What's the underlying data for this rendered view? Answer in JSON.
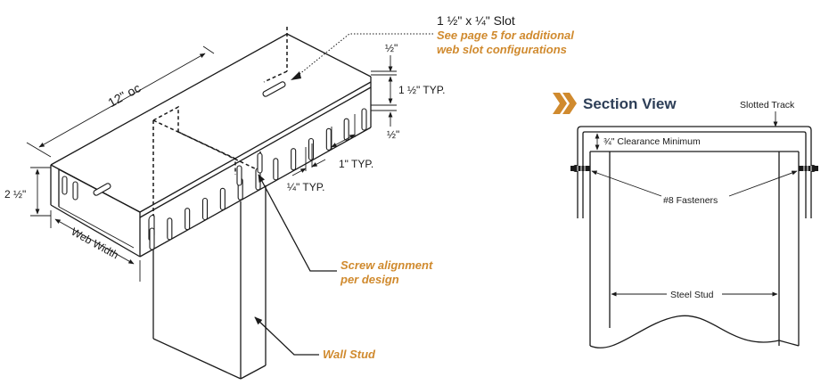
{
  "left_diagram": {
    "slot_title": "1 ½\" x ¼\" Slot",
    "slot_note_line1": "See page 5 for additional",
    "slot_note_line2": "web slot configurations",
    "oc_label": "12\" oc",
    "half_top": "½\"",
    "typ_1_5": "1 ½\" TYP.",
    "half_bottom": "½\"",
    "one_typ": "1\" TYP.",
    "quarter_typ": "¼\" TYP.",
    "height_label": "2 ½\"",
    "web_width": "Web Width",
    "screw_line1": "Screw alignment",
    "screw_line2": "per design",
    "wall_stud": "Wall Stud"
  },
  "section_view": {
    "title": "Section View",
    "slotted_track": "Slotted Track",
    "clearance": "¾\" Clearance Minimum",
    "fasteners": "#8 Fasteners",
    "steel_stud": "Steel Stud"
  },
  "colors": {
    "accent": "#d08a2e",
    "heading": "#2d3e57",
    "line": "#1a1a1a"
  }
}
